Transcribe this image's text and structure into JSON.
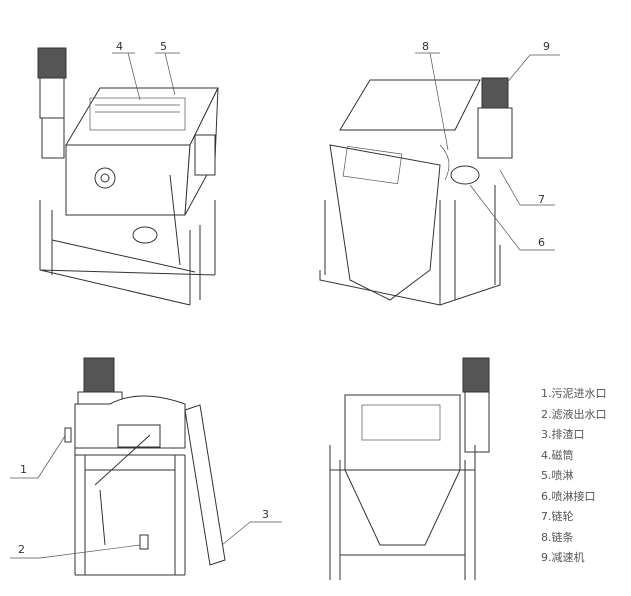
{
  "callouts": [
    "1",
    "2",
    "3",
    "4",
    "5",
    "6",
    "7",
    "8",
    "9"
  ],
  "legend": [
    "1.污泥进水口",
    "2.滤液出水口",
    "3.排渣口",
    "4.磁筒",
    "5.喷淋",
    "6.喷淋接口",
    "7.链轮",
    "8.链条",
    "9.减速机"
  ]
}
